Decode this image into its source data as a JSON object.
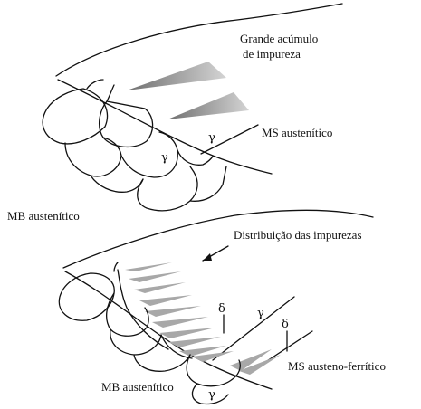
{
  "top_panel": {
    "label_impurity_line1": "Grande acúmulo",
    "label_impurity_line2": "de impureza",
    "label_ms": "MS austenítico",
    "label_mb": "MB austenítico",
    "gamma_1": "γ",
    "gamma_2": "γ"
  },
  "bottom_panel": {
    "label_distribution": "Distribuição das impurezas",
    "label_ms": "MS austeno-ferrítico",
    "label_mb": "MB austenítico",
    "delta_1": "δ",
    "delta_2": "δ",
    "gamma_1": "γ",
    "gamma_2": "γ"
  },
  "colors": {
    "ink": "#111111",
    "impurity_gray": "#8c8c8c",
    "impurity_light": "#bdbdbd"
  }
}
